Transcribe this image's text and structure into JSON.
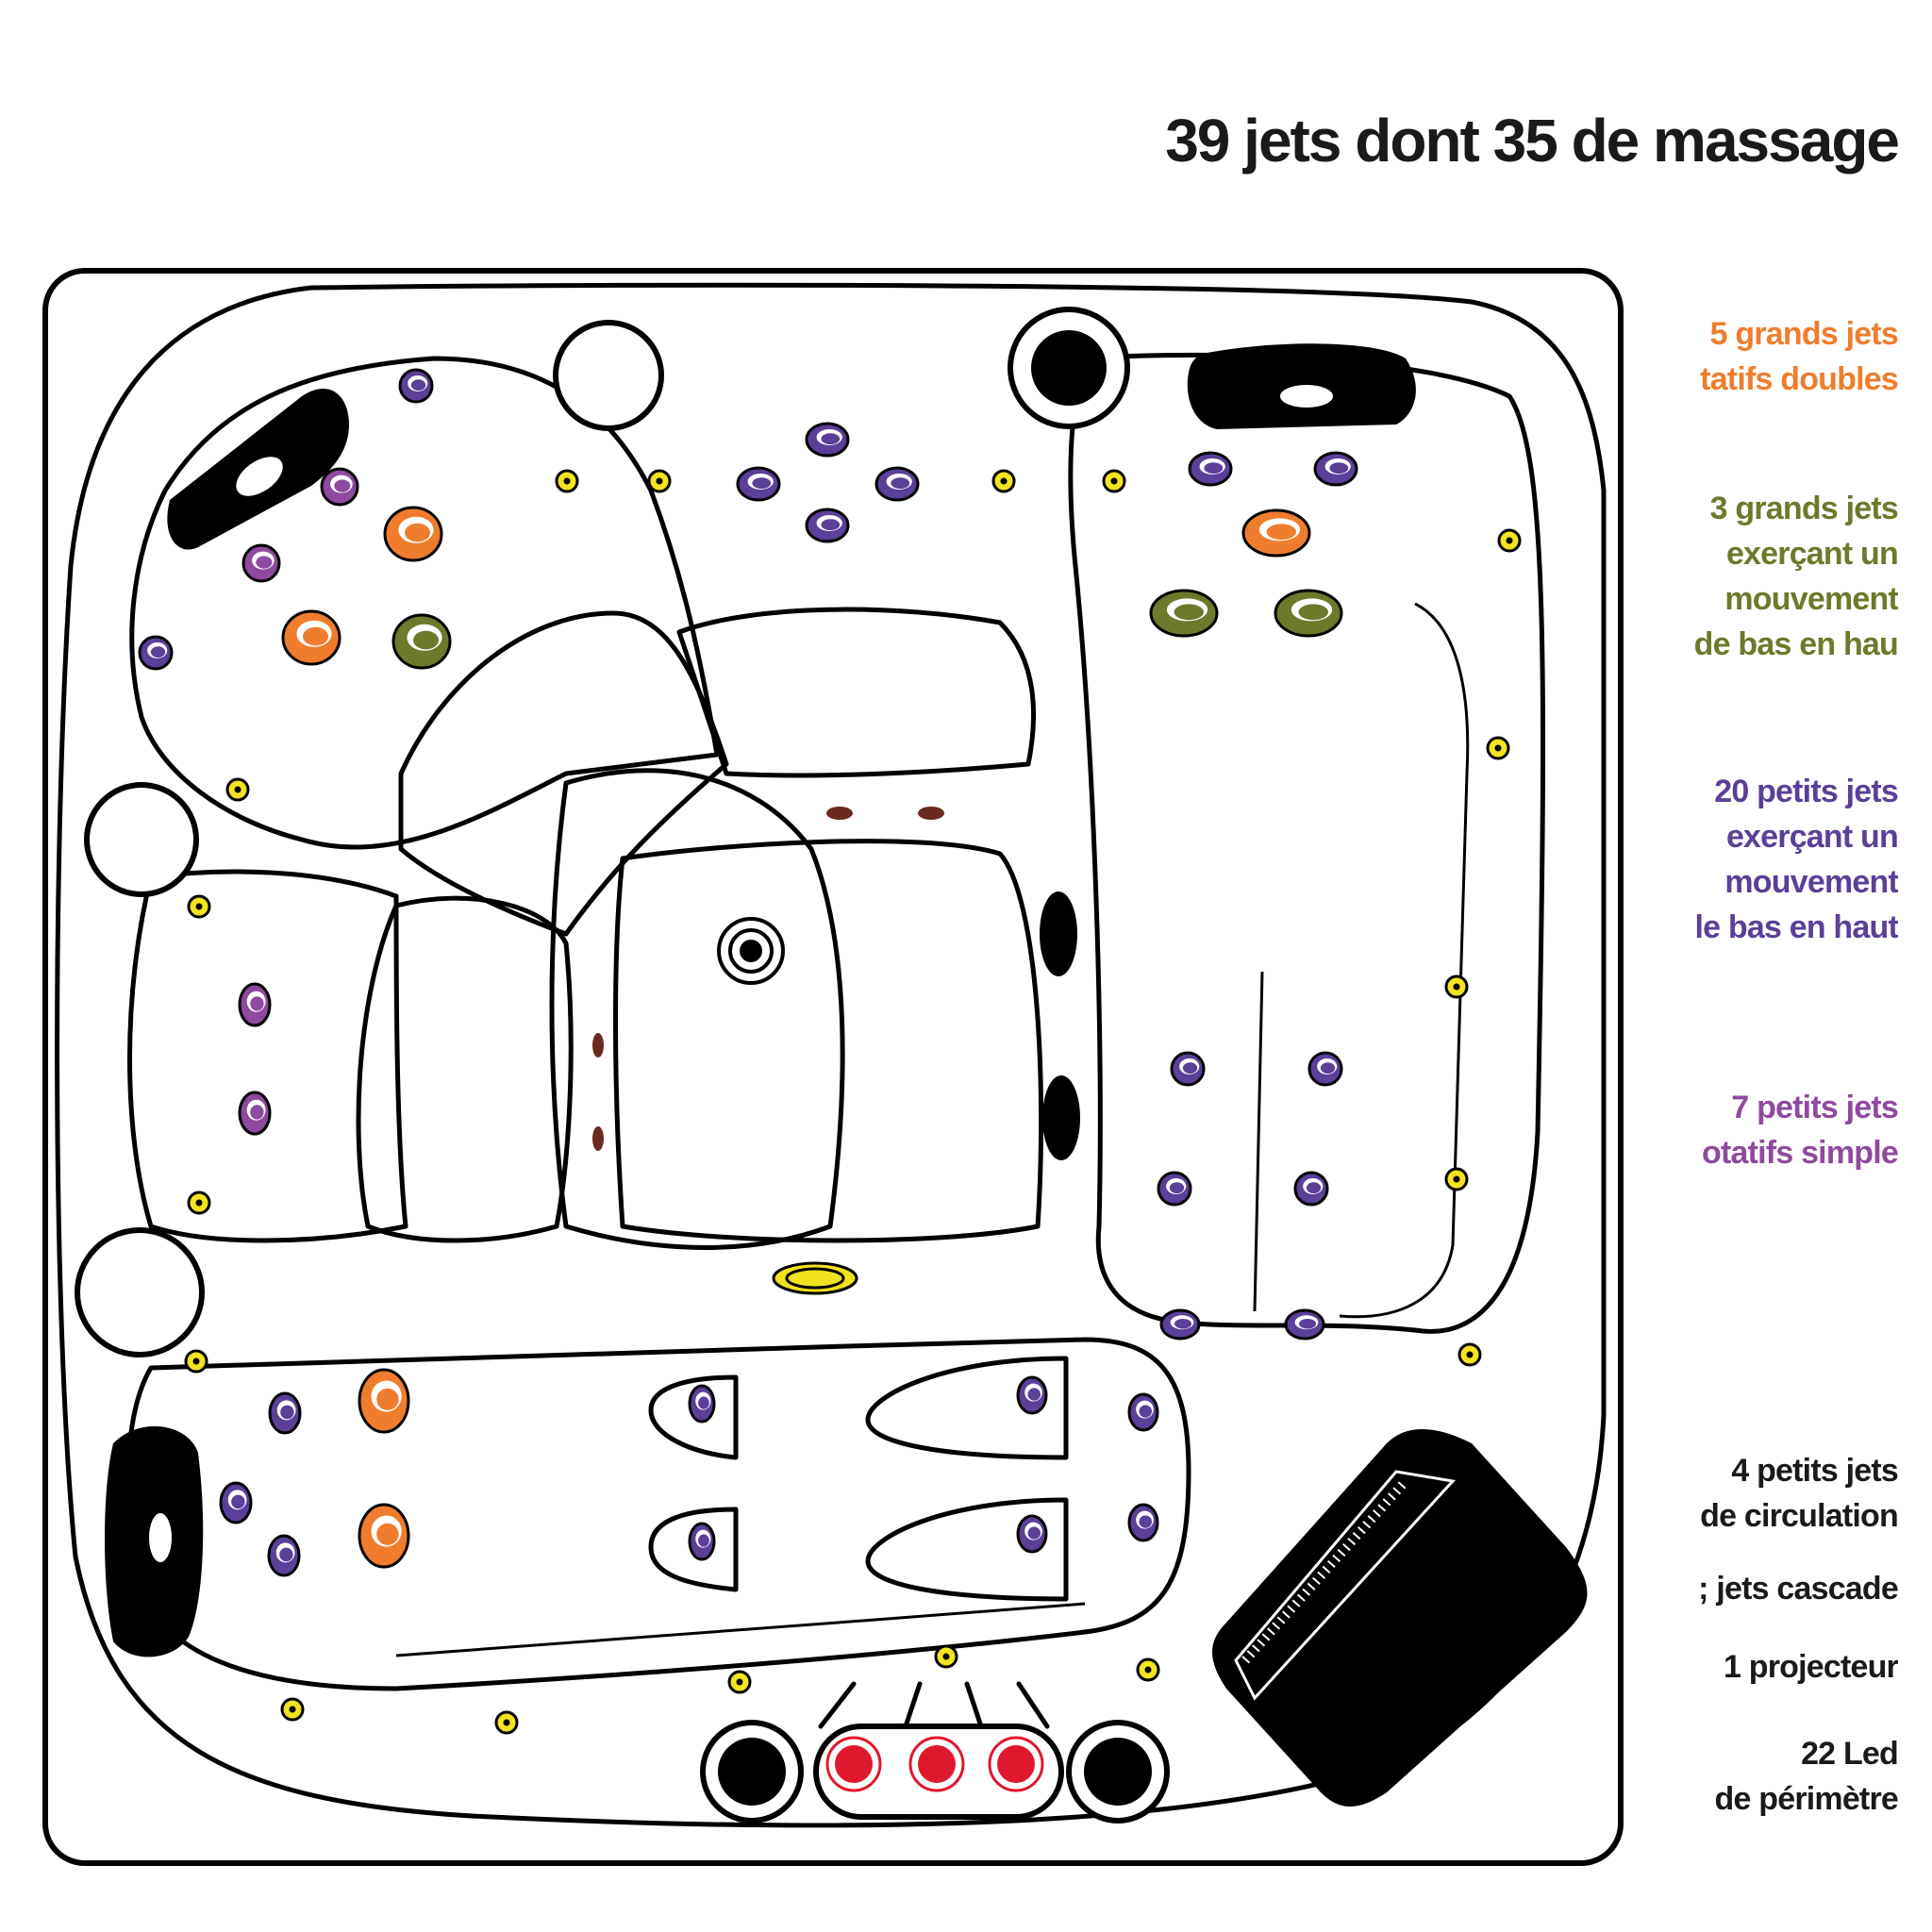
{
  "title": "39 jets dont 35 de massage",
  "legend": [
    {
      "lines": [
        "5 grands jets",
        "tatifs doubles"
      ],
      "color": "#ef7d2d"
    },
    {
      "lines": [
        "3 grands jets",
        "exerçant un",
        "mouvement",
        "de bas en hau"
      ],
      "color": "#6b7a2b"
    },
    {
      "lines": [
        "20 petits jets",
        "exerçant un",
        "mouvement",
        "le bas en haut"
      ],
      "color": "#5b3f98"
    },
    {
      "lines": [
        "7 petits jets",
        "otatifs simple"
      ],
      "color": "#8e4a9e"
    },
    {
      "lines": [
        "4 petits jets",
        "de circulation"
      ],
      "color": "#1a1a1a"
    },
    {
      "lines": [
        "; jets cascade"
      ],
      "color": "#1a1a1a"
    },
    {
      "lines": [
        "1 projecteur"
      ],
      "color": "#1a1a1a"
    },
    {
      "lines": [
        "22 Led",
        "de périmètre"
      ],
      "color": "#1a1a1a"
    }
  ],
  "colors": {
    "rotatif_double": "#ef7d2d",
    "grand_bas_haut": "#6b7a2b",
    "petit_bas_haut": "#5b3f98",
    "rotatif_simple": "#8e4a9e",
    "circulation": "#6b2a1f",
    "cascade": "#e0182d",
    "projecteur": "#f0e21c",
    "led": "#f2e41e"
  }
}
